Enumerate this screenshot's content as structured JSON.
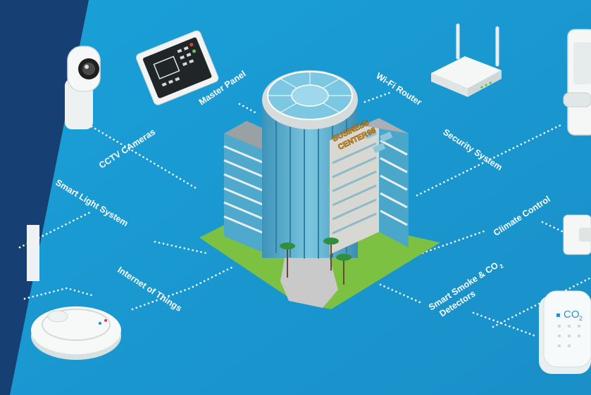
{
  "colors": {
    "background": "#1c9ad3",
    "dark_panel": "#163f73",
    "label_text": "#ffffff",
    "lawn": "#7cc142",
    "building_glass": "#4aa7c9",
    "building_wall": "#d8d8d2"
  },
  "building": {
    "sign_line1": "BUSINESS",
    "sign_line2": "CENTER",
    "sign_number": "98"
  },
  "labels": {
    "master_panel": "Master Panel",
    "wifi_router": "Wi-Fi Router",
    "cctv_cameras": "CCTV CAmeras",
    "security_system": "Security System",
    "smart_light_system": "Smart Light System",
    "climate_control": "Climate Control",
    "internet_of_things": "Internet of Things",
    "smart_smoke_line1": "Smart Smoke & CO",
    "smart_smoke_subscript": "2",
    "smart_smoke_line2": "Detectors"
  },
  "devices": {
    "co2_sensor_text": "CO",
    "co2_sensor_subscript": "2"
  },
  "icons": [
    "cctv-camera-icon",
    "master-panel-icon",
    "wifi-router-icon",
    "smart-lock-icon",
    "light-fixture-icon",
    "robot-vacuum-icon",
    "thermostat-icon",
    "co2-sensor-icon"
  ]
}
